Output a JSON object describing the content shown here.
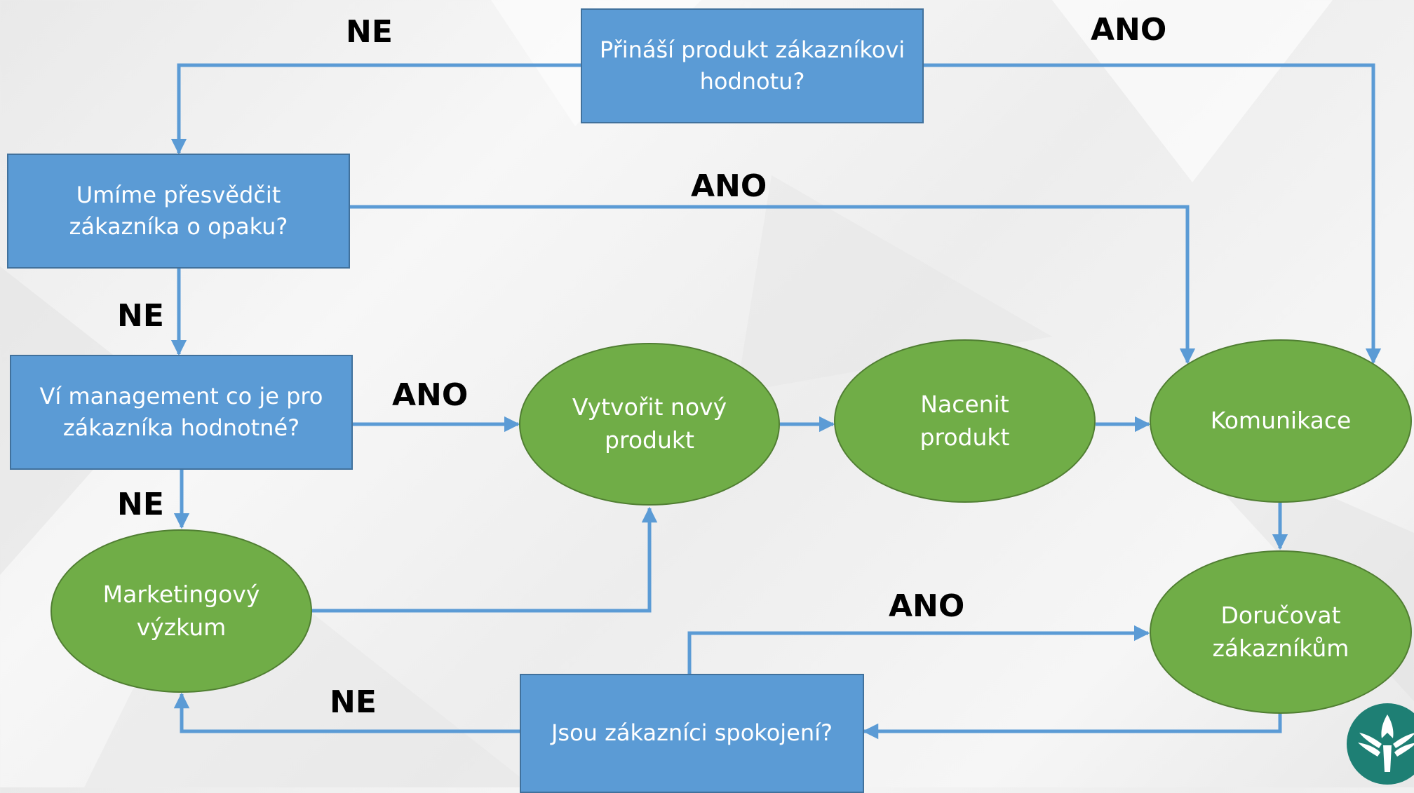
{
  "colors": {
    "question_fill": "#5b9bd5",
    "question_border": "#41719c",
    "action_fill": "#70ad47",
    "action_border": "#507e32",
    "arrow": "#5b9bd5",
    "logo": "#1e7f74"
  },
  "nodes": {
    "q_value": "Přináší produkt zákazníkovi\nhodnotu?",
    "q_convince": "Umíme přesvědčit\nzákazníka o opaku?",
    "q_management": "Ví management co je pro\nzákazníka hodnotné?",
    "q_satisfied": "Jsou zákazníci spokojení?",
    "a_research": "Marketingový\nvýzkum",
    "a_new_product": "Vytvořit nový\nprodukt",
    "a_price": "Nacenit\nprodukt",
    "a_communication": "Komunikace",
    "a_deliver": "Doručovat\nzákazníkům"
  },
  "labels": {
    "value_no": "NE",
    "value_yes": "ANO",
    "convince_yes": "ANO",
    "convince_no": "NE",
    "management_yes": "ANO",
    "management_no": "NE",
    "satisfied_yes": "ANO",
    "satisfied_no": "NE"
  },
  "logo_icon": "university-eagle-emblem-icon"
}
